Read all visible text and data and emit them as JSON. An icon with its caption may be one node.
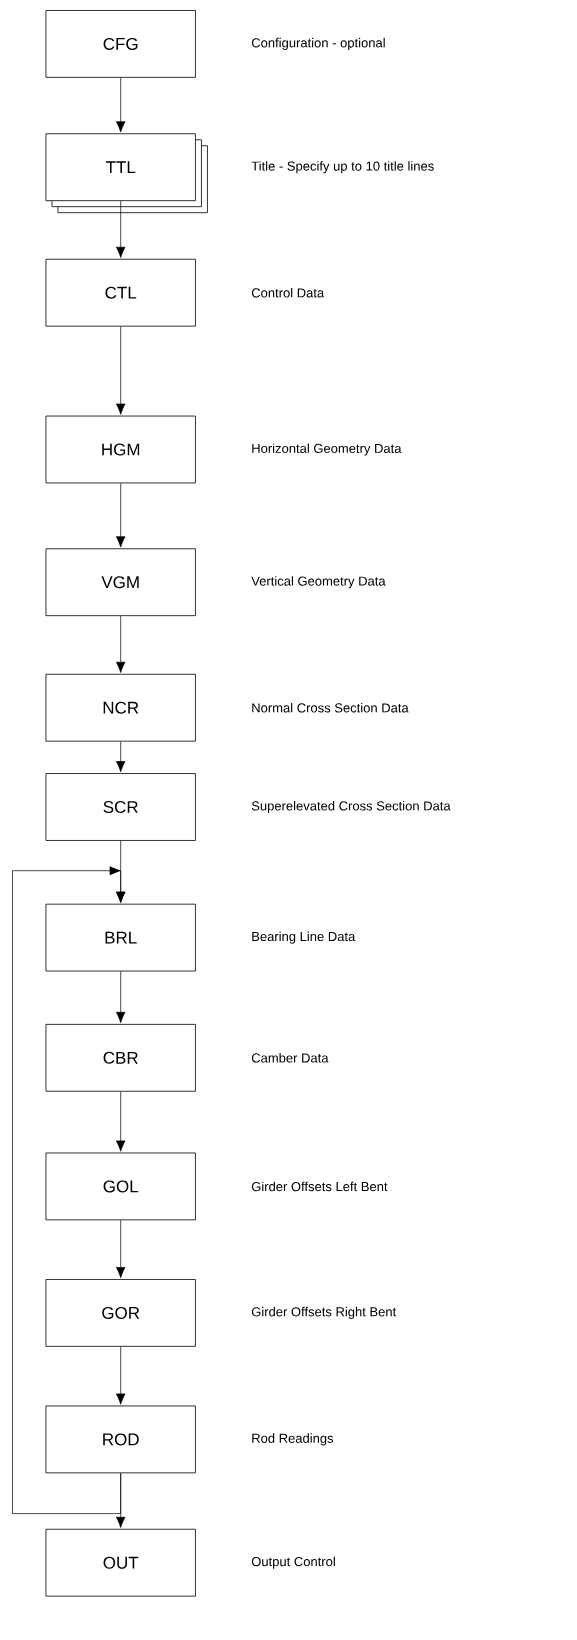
{
  "diagram": {
    "nodes": [
      {
        "text": [
          "CFG"
        ]
      },
      {
        "text": [
          "TTL"
        ]
      },
      {
        "text": [
          "CTL"
        ]
      },
      {
        "text": [
          "HGM"
        ]
      },
      {
        "text": [
          "VGM"
        ]
      },
      {
        "text": [
          "NCR"
        ]
      },
      {
        "text": [
          "SCR"
        ]
      },
      {
        "text": [
          "BRL"
        ]
      },
      {
        "text": [
          "CBR"
        ]
      },
      {
        "text": [
          "GOL"
        ]
      },
      {
        "text": [
          "GOR"
        ]
      },
      {
        "text": [
          "ROD"
        ]
      },
      {
        "text": [
          "OUT"
        ]
      }
    ],
    "edges": [
      {
        "from": 0,
        "to": 1,
        "arrow": "to"
      },
      {
        "from": 1,
        "to": 2,
        "arrow": "to"
      },
      {
        "from": 2,
        "to": 3,
        "arrow": "to"
      },
      {
        "from": 3,
        "to": 4,
        "arrow": "to"
      },
      {
        "from": 4,
        "to": 5,
        "arrow": "to"
      },
      {
        "from": 5,
        "to": 6,
        "arrow": "to"
      },
      {
        "from": 6,
        "to": 7,
        "arrow": "to"
      },
      {
        "from": 7,
        "to": 8,
        "arrow": "to"
      },
      {
        "from": 8,
        "to": 9,
        "arrow": "to"
      },
      {
        "from": 9,
        "to": 10,
        "arrow": "to"
      },
      {
        "from": 10,
        "to": 11,
        "arrow": "to"
      },
      {
        "from": 11,
        "to": 12,
        "arrow": "to"
      },
      {
        "from": 11,
        "to": 7,
        "arrow": "to"
      }
    ],
    "labels": [
      "Configuration - optional",
      "Title - Specify up to 10 title lines",
      "Control Data",
      "Horizontal Geometry Data",
      "Vertical Geometry Data",
      "Normal Cross Section Data",
      "Superelevated Cross Section Data",
      "Bearing Line Data",
      "Camber Data",
      "Girder Offsets Left Bent",
      "Girder Offsets Right Bent",
      "Rod Readings",
      "Output Control"
    ]
  }
}
